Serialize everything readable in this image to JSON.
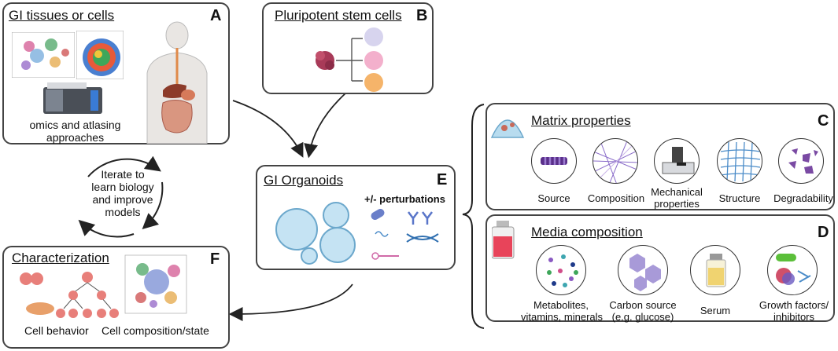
{
  "panels": {
    "a": {
      "title": "GI tissues or cells",
      "letter": "A",
      "caption_1": "omics and atlasing",
      "caption_2": "approaches"
    },
    "b": {
      "title": "Pluripotent stem cells",
      "letter": "B"
    },
    "e": {
      "title": "GI Organoids",
      "letter": "E",
      "perturb_label": "+/- perturbations"
    },
    "f": {
      "title": "Characterization",
      "letter": "F",
      "label_behavior": "Cell behavior",
      "label_composition": "Cell composition/state"
    },
    "c": {
      "title": "Matrix properties",
      "letter": "C",
      "items": [
        "Source",
        "Composition",
        "Mechanical",
        "properties",
        "Structure",
        "Degradability"
      ]
    },
    "d": {
      "title": "Media composition",
      "letter": "D",
      "items": [
        "Metabolites,",
        "vitamins, minerals",
        "Carbon source",
        "(e.g. glucose)",
        "Serum",
        "Growth factors/",
        "inhibitors"
      ]
    }
  },
  "cycle": {
    "line1": "Iterate to",
    "line2": "learn biology",
    "line3": "and improve",
    "line4": "models"
  },
  "colors": {
    "border": "#444444",
    "organoid": "#a9d3ea",
    "cell_red": "#e87f7a",
    "matrix_purple": "#7a4aa3",
    "media_red": "#e8445a",
    "growth_green": "#5bbf3a"
  }
}
